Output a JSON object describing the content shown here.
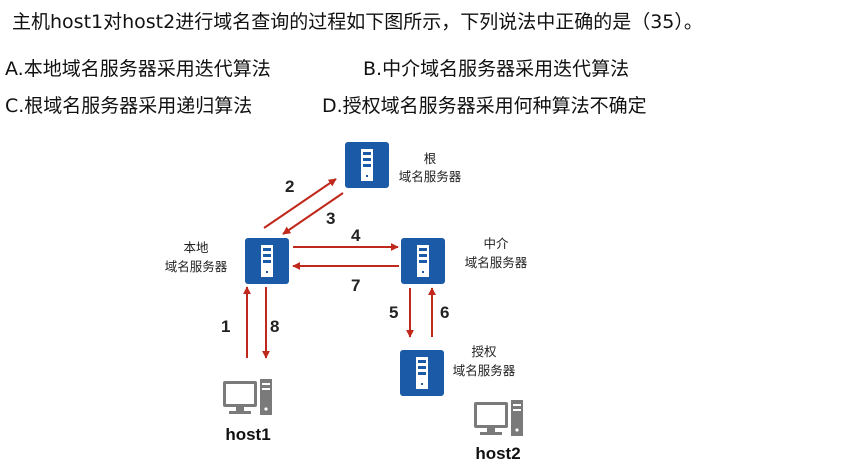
{
  "question": {
    "stem": "主机host1对host2进行域名查询的过程如下图所示，下列说法中正确的是（35）。",
    "options": [
      "A.本地域名服务器采用迭代算法",
      "B.中介域名服务器采用迭代算法",
      "C.根域名服务器采用递归算法",
      "D.授权域名服务器采用何种算法不确定"
    ]
  },
  "diagram": {
    "servers": {
      "root": [
        "根",
        "域名服务器"
      ],
      "local": [
        "本地",
        "域名服务器"
      ],
      "intermediate": [
        "中介",
        "域名服务器"
      ],
      "authoritative": [
        "授权",
        "域名服务器"
      ]
    },
    "hosts": {
      "host1": "host1",
      "host2": "host2"
    },
    "steps": [
      "1",
      "2",
      "3",
      "4",
      "5",
      "6",
      "7",
      "8"
    ],
    "colors": {
      "arrow": "#c0281b",
      "server": "#1b5aa6"
    }
  }
}
